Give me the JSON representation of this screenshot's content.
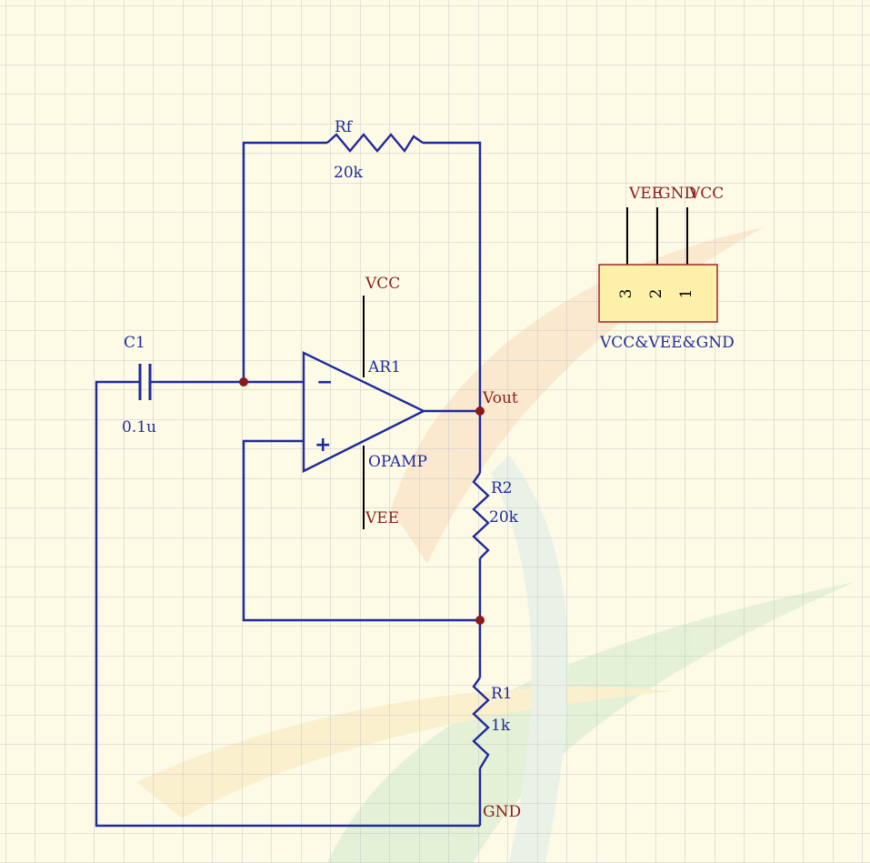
{
  "feedback_resistor": {
    "designator": "Rf",
    "value": "20k"
  },
  "capacitor": {
    "designator": "C1",
    "value": "0.1u"
  },
  "opamp": {
    "designator": "AR1",
    "type": "OPAMP",
    "minus": "−",
    "plus": "+"
  },
  "resistor_r2": {
    "designator": "R2",
    "value": "20k"
  },
  "resistor_r1": {
    "designator": "R1",
    "value": "1k"
  },
  "nets": {
    "vcc": "VCC",
    "vee": "VEE",
    "vout": "Vout",
    "gnd": "GND"
  },
  "connector": {
    "name": "VCC&VEE&GND",
    "pin_labels": [
      "VEE",
      "GND",
      "VCC"
    ],
    "pin_numbers": [
      "3",
      "2",
      "1"
    ]
  },
  "colors": {
    "background": "#fdfbe6",
    "grid": "#c8c8c8",
    "wire": "#1f2a9c",
    "net_label": "#8b1a1a",
    "connector_fill": "#fdf0a8",
    "connector_border": "#a0262a"
  }
}
